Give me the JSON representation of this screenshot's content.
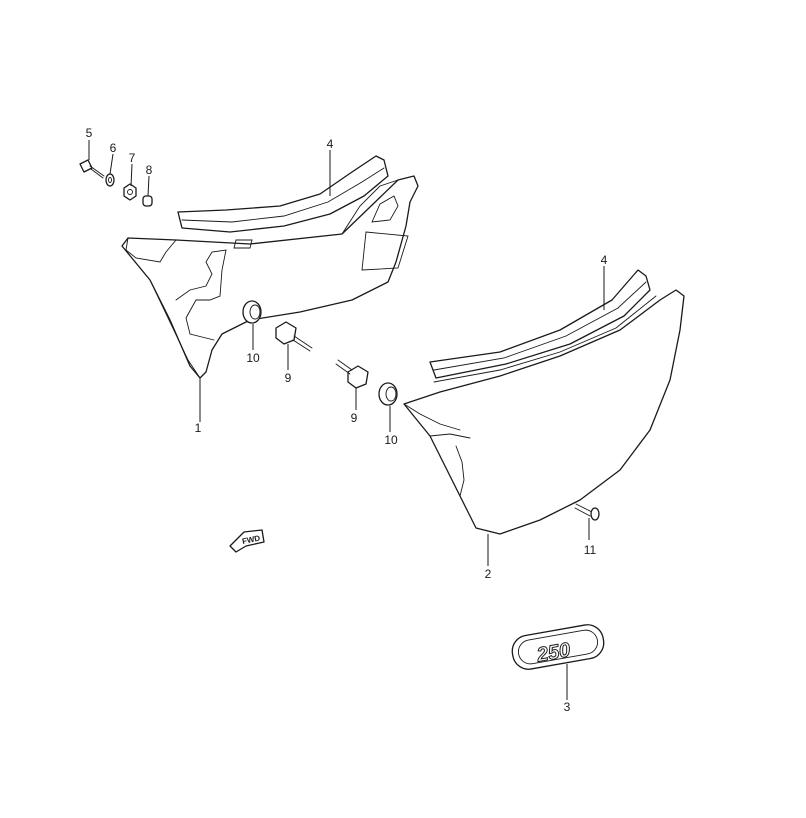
{
  "callouts": {
    "c1": "1",
    "c2": "2",
    "c3": "3",
    "c4a": "4",
    "c4b": "4",
    "c5": "5",
    "c6": "6",
    "c7": "7",
    "c8": "8",
    "c9a": "9",
    "c9b": "9",
    "c10a": "10",
    "c10b": "10",
    "c11": "11"
  },
  "fwd_label": "FWD",
  "emblem_text": "250"
}
